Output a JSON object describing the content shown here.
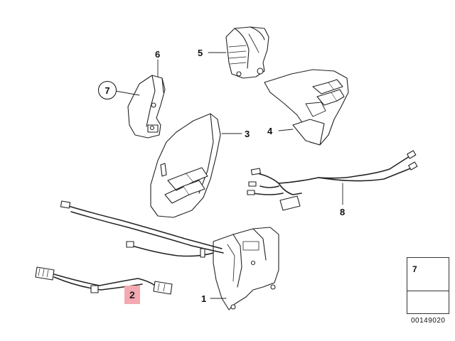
{
  "parts": [
    {
      "id": "1",
      "label": "1"
    },
    {
      "id": "2",
      "label": "2"
    },
    {
      "id": "3",
      "label": "3"
    },
    {
      "id": "4",
      "label": "4"
    },
    {
      "id": "5",
      "label": "5"
    },
    {
      "id": "6",
      "label": "6"
    },
    {
      "id": "7",
      "label": "7"
    },
    {
      "id": "8",
      "label": "8"
    }
  ],
  "highlighted_part": "2",
  "reference_box": {
    "label": "7"
  },
  "diagram_id": "00149020",
  "colors": {
    "line": "#222222",
    "highlight": "#f4a9b0",
    "background": "#ffffff"
  }
}
